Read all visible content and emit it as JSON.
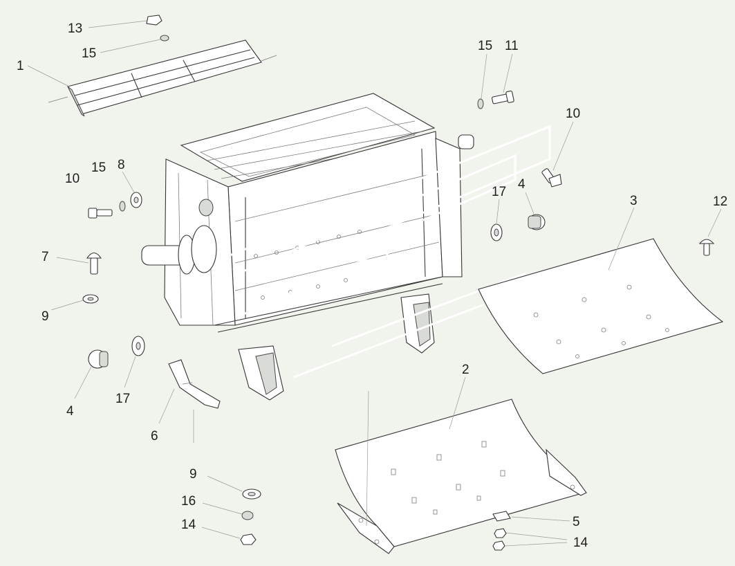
{
  "diagram": {
    "callouts": [
      {
        "id": "c13a",
        "text": "13"
      },
      {
        "id": "c15a",
        "text": "15"
      },
      {
        "id": "c1",
        "text": "1"
      },
      {
        "id": "c15b",
        "text": "15"
      },
      {
        "id": "c11",
        "text": "11"
      },
      {
        "id": "c10a",
        "text": "10"
      },
      {
        "id": "c10b",
        "text": "10"
      },
      {
        "id": "c15c",
        "text": "15"
      },
      {
        "id": "c8",
        "text": "8"
      },
      {
        "id": "c17a",
        "text": "17"
      },
      {
        "id": "c4a",
        "text": "4"
      },
      {
        "id": "c3",
        "text": "3"
      },
      {
        "id": "c12",
        "text": "12"
      },
      {
        "id": "c7",
        "text": "7"
      },
      {
        "id": "c9a",
        "text": "9"
      },
      {
        "id": "c4b",
        "text": "4"
      },
      {
        "id": "c17b",
        "text": "17"
      },
      {
        "id": "c6",
        "text": "6"
      },
      {
        "id": "c2",
        "text": "2"
      },
      {
        "id": "c9b",
        "text": "9"
      },
      {
        "id": "c16",
        "text": "16"
      },
      {
        "id": "c14a",
        "text": "14"
      },
      {
        "id": "c5",
        "text": "5"
      },
      {
        "id": "c14b",
        "text": "14"
      }
    ]
  }
}
